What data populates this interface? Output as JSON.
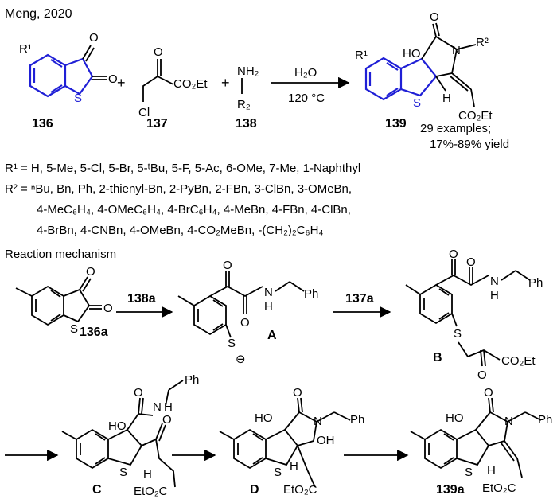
{
  "header": {
    "citation": "Meng, 2020"
  },
  "reaction": {
    "compounds": {
      "c136": "136",
      "c137": "137",
      "c138": "138",
      "c139": "139"
    },
    "plus": "+",
    "reagent_137_group": "CO₂Et",
    "reagent_137_cl": "Cl",
    "amine_nh2": "NH₂",
    "amine_r2": "R₂",
    "conditions": {
      "solvent": "H₂O",
      "temperature": "120 °C"
    },
    "product_ho": "HO",
    "product_n": "N",
    "product_r2": "R²",
    "product_r1": "R¹",
    "product_s": "S",
    "product_h": "H",
    "product_ester": "CO₂Et",
    "substrate_r1": "R¹",
    "substrate_s": "S",
    "examples": "29 examples;",
    "yield": "17%-89% yield"
  },
  "substituents": {
    "r1_line": "R¹ = H, 5-Me, 5-Cl, 5-Br, 5-ᵗBu, 5-F, 5-Ac, 6-OMe, 7-Me, 1-Naphthyl",
    "r2_line1": "R² = ⁿBu, Bn, Ph, 2-thienyl-Bn, 2-PyBn, 2-FBn, 3-ClBn, 3-OMeBn,",
    "r2_line2": "4-MeC₆H₄, 4-OMeC₆H₄, 4-BrC₆H₄, 4-MeBn, 4-FBn, 4-ClBn,",
    "r2_line3": "4-BrBn, 4-CNBn, 4-OMeBn, 4-CO₂MeBn, -(CH₂)₂C₆H₄"
  },
  "mechanism": {
    "heading": "Reaction mechanism",
    "s136a": "136a",
    "reagent_138a": "138a",
    "reagent_137a": "137a",
    "int_a": "A",
    "int_b": "B",
    "int_c": "C",
    "int_d": "D",
    "product_139a": "139a",
    "s": "S",
    "n": "N",
    "h": "H",
    "ho": "HO",
    "oh": "OH",
    "ph": "Ph",
    "nh_top": "N",
    "nh_h": "H",
    "minus": "⊖",
    "b_ester": "CO₂Et",
    "c_ester": "EtO₂C",
    "d_ester": "EtO₂C",
    "p_ester": "EtO₂C"
  },
  "colors": {
    "highlight": "#1f1fd6",
    "ink": "#000000"
  }
}
